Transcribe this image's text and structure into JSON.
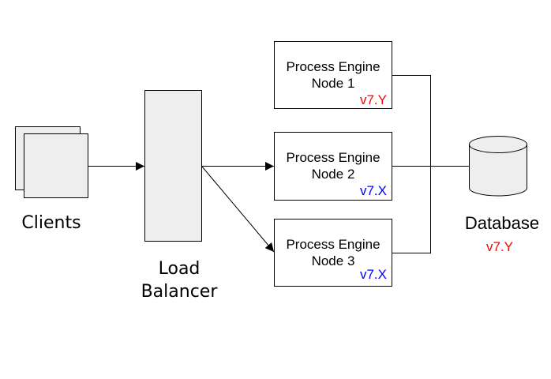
{
  "colors": {
    "box_fill": "#eeeeee",
    "node_fill": "#ffffff",
    "stroke": "#000000",
    "version_y": "#ff0000",
    "version_x": "#0000ff"
  },
  "clients": {
    "label": "Clients",
    "icon": "stacked-documents-icon"
  },
  "load_balancer": {
    "label_line1": "Load",
    "label_line2": "Balancer"
  },
  "nodes": [
    {
      "line1": "Process Engine",
      "line2": "Node 1",
      "version": "v7.Y",
      "version_color": "#ff0000"
    },
    {
      "line1": "Process Engine",
      "line2": "Node 2",
      "version": "v7.X",
      "version_color": "#0000ff"
    },
    {
      "line1": "Process Engine",
      "line2": "Node 3",
      "version": "v7.X",
      "version_color": "#0000ff"
    }
  ],
  "database": {
    "label": "Database",
    "version": "v7.Y",
    "version_color": "#ff0000",
    "icon": "database-cylinder-icon"
  }
}
